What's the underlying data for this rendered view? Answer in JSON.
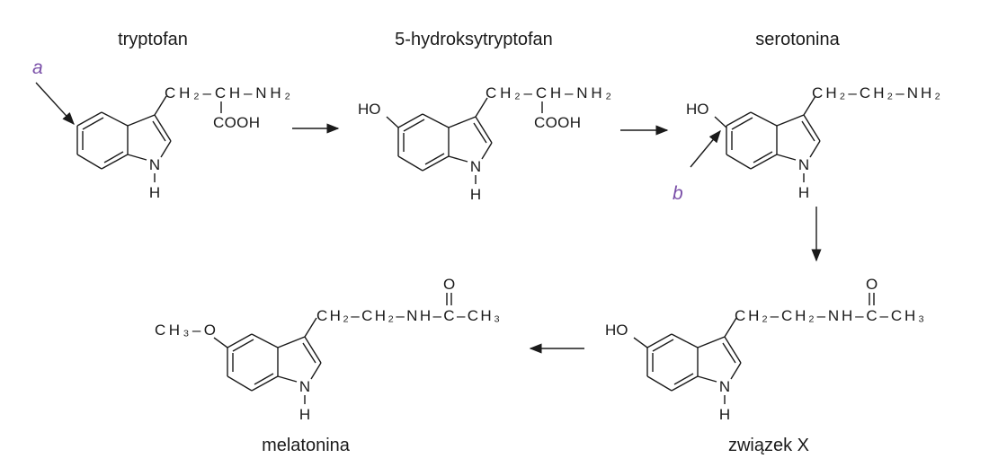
{
  "colors": {
    "label": "#7a4fa8",
    "ink": "#1a1a1a"
  },
  "molecules": {
    "tryptophan": {
      "name": "tryptofan",
      "chain": "CH₂–CH–NH₂",
      "cooh": "COOH",
      "n": "N",
      "h": "H"
    },
    "htp": {
      "name": "5-hydroksytryptofan",
      "ho": "HO",
      "chain": "CH₂–CH–NH₂",
      "cooh": "COOH",
      "n": "N",
      "h": "H"
    },
    "serotonin": {
      "name": "serotonina",
      "ho": "HO",
      "chain": "CH₂–CH₂–NH₂",
      "n": "N",
      "h": "H"
    },
    "compound_x": {
      "name": "związek X",
      "ho": "HO",
      "chain": "CH₂–CH₂–NH–C–CH₃",
      "o": "O",
      "n": "N",
      "h": "H"
    },
    "melatonin": {
      "name": "melatonina",
      "meo": "CH₃–O",
      "chain": "CH₂–CH₂–NH–C–CH₃",
      "o": "O",
      "n": "N",
      "h": "H"
    }
  },
  "labels": {
    "a": "a",
    "b": "b"
  }
}
